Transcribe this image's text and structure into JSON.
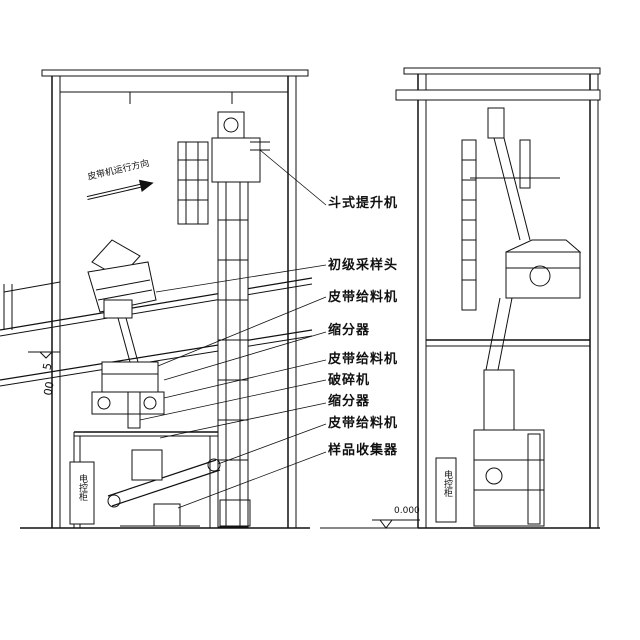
{
  "labels": {
    "bucket_elevator": "斗式提升机",
    "primary_sampler": "初级采样头",
    "belt_feeder_1": "皮带给料机",
    "divider_1": "缩分器",
    "belt_feeder_2": "皮带给料机",
    "crusher": "破碎机",
    "divider_2": "缩分器",
    "belt_feeder_3": "皮带给料机",
    "sample_collector": "样品收集器"
  },
  "annotations": {
    "belt_direction": "皮带机运行方向",
    "control_cabinet": "电控柜",
    "elevation_right": "0.000",
    "elevation_left_1": "5",
    "elevation_left_2": "00"
  },
  "colors": {
    "line": "#111111",
    "background": "#ffffff"
  }
}
